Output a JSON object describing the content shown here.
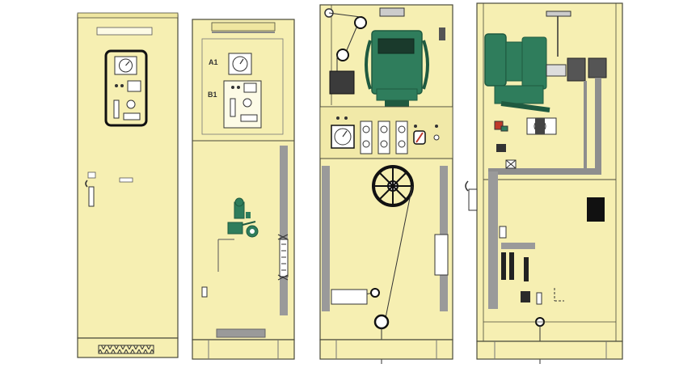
{
  "diagram": {
    "colors": {
      "cabinet": "#f6efb2",
      "cabinet_dark": "#efe6a0",
      "outline": "#4a4a3a",
      "equipment_green": "#2f7d5c",
      "equipment_dark": "#1f5a40",
      "gray_bar": "#8e8e8e",
      "black": "#111111",
      "red_accent": "#c0392b"
    },
    "cabinets": [
      {
        "name": "closed-door-cabinet"
      },
      {
        "name": "open-door-panel-cabinet",
        "labels": {
          "a1": "A1",
          "b1": "B1"
        }
      },
      {
        "name": "mechanism-front-cabinet"
      },
      {
        "name": "side-section-cabinet"
      }
    ]
  }
}
